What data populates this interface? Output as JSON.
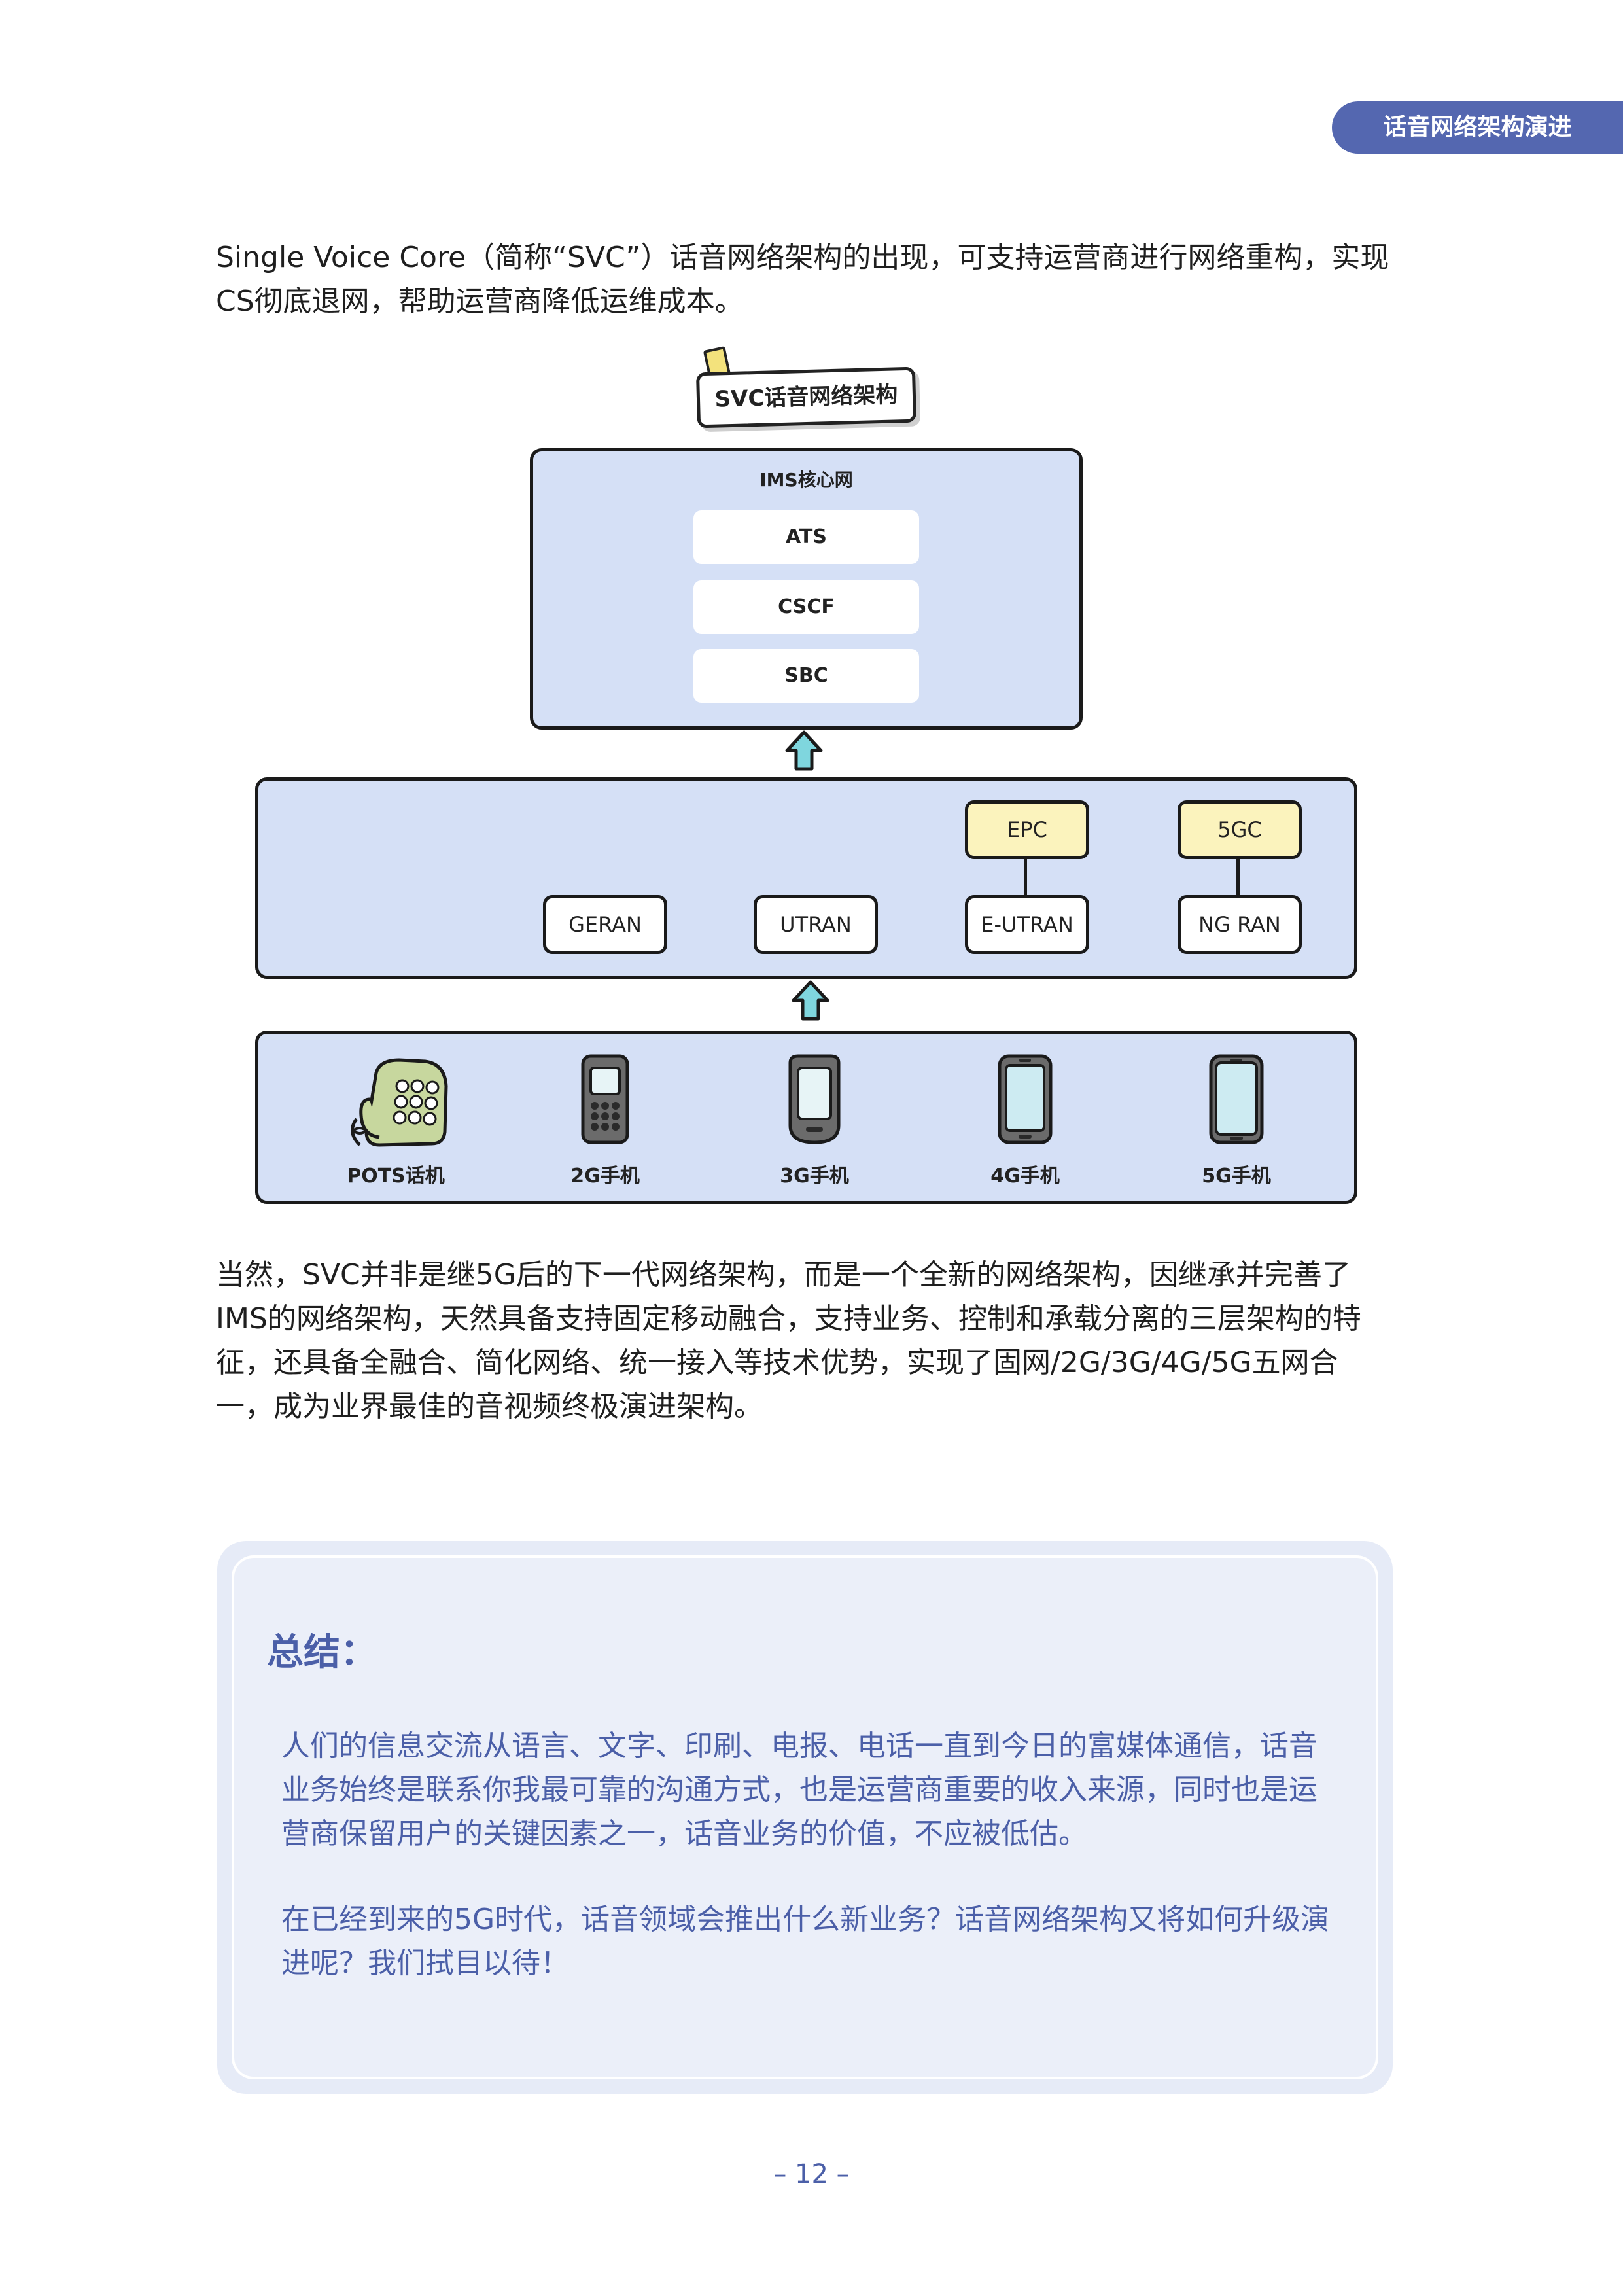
{
  "header": {
    "section_tab": "话音网络架构演进"
  },
  "intro": "Single Voice Core（简称“SVC”）话音网络架构的出现，可支持运营商进行网络重构，实现CS彻底退网，帮助运营商降低运维成本。",
  "diagram": {
    "title": "SVC话音网络架构",
    "ims": {
      "label": "IMS核心网",
      "items": [
        "ATS",
        "CSCF",
        "SBC"
      ]
    },
    "ran": {
      "access": [
        "GERAN",
        "UTRAN",
        "E-UTRAN",
        "NG RAN"
      ],
      "core": [
        "EPC",
        "5GC"
      ]
    },
    "devices": [
      "POTS话机",
      "2G手机",
      "3G手机",
      "4G手机",
      "5G手机"
    ]
  },
  "body2": "当然，SVC并非是继5G后的下一代网络架构，而是一个全新的网络架构，因继承并完善了IMS的网络架构，天然具备支持固定移动融合，支持业务、控制和承载分离的三层架构的特征，还具备全融合、简化网络、统一接入等技术优势，实现了固网/2G/3G/4G/5G五网合一，成为业界最佳的音视频终极演进架构。",
  "summary": {
    "title": "总结：",
    "p1": "人们的信息交流从语言、文字、印刷、电报、电话一直到今日的富媒体通信，话音业务始终是联系你我最可靠的沟通方式，也是运营商重要的收入来源，同时也是运营商保留用户的关键因素之一，话音业务的价值，不应被低估。",
    "p2": "在已经到来的5G时代，话音领域会推出什么新业务？话音网络架构又将如何升级演进呢？我们拭目以待！"
  },
  "page_number": "– 12 –"
}
